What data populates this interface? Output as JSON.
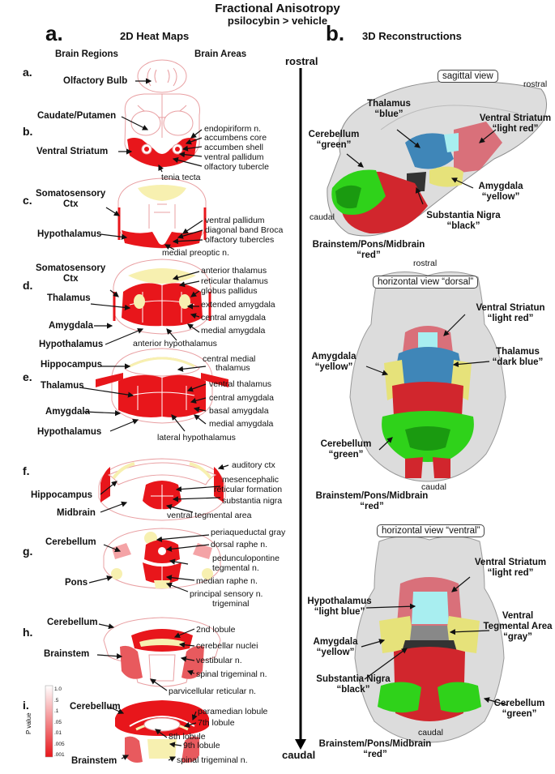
{
  "header": {
    "title": "Fractional Anisotropy",
    "subtitle": "psilocybin > vehicle"
  },
  "panel_a": {
    "letter": "a.",
    "title": "2D Heat Maps",
    "col_left": "Brain Regions",
    "col_right": "Brain Areas"
  },
  "panel_b": {
    "letter": "b.",
    "title": "3D Reconstructions"
  },
  "axis": {
    "top": "rostral",
    "bottom": "caudal"
  },
  "rows": {
    "a": {
      "letter": "a.",
      "left": [
        "Olfactory Bulb"
      ],
      "right": []
    },
    "b": {
      "letter": "b.",
      "left": [
        "Caudate/Putamen",
        "Ventral Striatum"
      ],
      "right": [
        "endopiriform n.",
        "accumbens core",
        "accumben shell",
        "ventral pallidum",
        "olfactory tubercle",
        "tenia tecta"
      ]
    },
    "c": {
      "letter": "c.",
      "left": [
        "Somatosensory",
        "Ctx",
        "Hypothalamus"
      ],
      "right": [
        "ventral pallidum",
        "diagonal band Broca",
        "olfactory tubercles",
        "medial preoptic n."
      ]
    },
    "d": {
      "letter": "d.",
      "left": [
        "Somatosensory",
        "Ctx",
        "Thalamus",
        "Amygdala",
        "Hypothalamus"
      ],
      "right": [
        "anterior thalamus",
        "reticular thalamus",
        "globus pallidus",
        "extended amygdala",
        "central amygdala",
        "medial amygdala",
        "anterior hypothalamus"
      ]
    },
    "e": {
      "letter": "e.",
      "left": [
        "Hippocampus",
        "Thalamus",
        "Amygdala",
        "Hypothalamus"
      ],
      "right": [
        "central medial",
        "thalamus",
        "ventral thalamus",
        "central amygdala",
        "basal amygdala",
        "medial amygdala",
        "lateral hypothalamus"
      ]
    },
    "f": {
      "letter": "f.",
      "left": [
        "Hippocampus",
        "Midbrain"
      ],
      "right": [
        "auditory ctx",
        "mesencephalic",
        "reticular formation",
        "substantia nigra",
        "ventral tegmental area"
      ]
    },
    "g": {
      "letter": "g.",
      "left": [
        "Cerebellum",
        "Pons"
      ],
      "right": [
        "periaqueductal gray",
        "dorsal raphe n.",
        "pedunculopontine",
        "tegmental n.",
        "median raphe n.",
        "principal sensory n.",
        "trigeminal"
      ]
    },
    "h": {
      "letter": "h.",
      "left": [
        "Cerebellum",
        "Brainstem"
      ],
      "right": [
        "2nd lobule",
        "cerebellar nuclei",
        "vestibular n.",
        "spinal trigeminal n.",
        "parvicellular reticular n."
      ]
    },
    "i": {
      "letter": "i.",
      "left": [
        "Cerebellum",
        "Brainstem"
      ],
      "right": [
        "paramedian lobule",
        "7th lobule",
        "8th lobule",
        "9th lobule",
        "spinal trigeminal n."
      ]
    }
  },
  "colorbar": {
    "title": "P value",
    "ticks": [
      "1.0",
      ".5",
      ".1",
      ".05",
      ".01",
      ".005",
      ".001"
    ],
    "color_low": "#ffffff",
    "color_high": "#e8161b"
  },
  "views": {
    "sagittal": {
      "box": "sagittal view",
      "rostral": "rostral",
      "caudal": "caudal",
      "labels": {
        "thalamus": [
          "Thalamus",
          "“blue”"
        ],
        "cerebellum": [
          "Cerebellum",
          "“green”"
        ],
        "ventral_striatum": [
          "Ventral Striatum",
          "“light red”"
        ],
        "amygdala": [
          "Amygdala",
          "“yellow”"
        ],
        "substantia_nigra": [
          "Substantia Nigra",
          "“black”"
        ],
        "brainstem": [
          "Brainstem/Pons/Midbrain",
          "“red”"
        ]
      }
    },
    "dorsal": {
      "box": "horizontal view “dorsal”",
      "rostral": "rostral",
      "caudal": "caudal",
      "labels": {
        "ventral_striatum": [
          "Ventral Striatun",
          "“light red”"
        ],
        "amygdala": [
          "Amygdala",
          "“yellow”"
        ],
        "thalamus": [
          "Thalamus",
          "“dark blue”"
        ],
        "cerebellum": [
          "Cerebellum",
          "“green”"
        ],
        "brainstem": [
          "Brainstem/Pons/Midbrain",
          "“red”"
        ]
      }
    },
    "ventral": {
      "box": "horizontal view “ventral”",
      "caudal": "caudal",
      "labels": {
        "ventral_striatum": [
          "Ventral Striatum",
          "“light red”"
        ],
        "hypothalamus": [
          "Hypothalamus",
          "“light blue”"
        ],
        "amygdala": [
          "Amygdala",
          "“yellow”"
        ],
        "vta": [
          "Ventral",
          "Tegmental Area",
          "“gray”"
        ],
        "substantia_nigra": [
          "Substantia Nigra",
          "“black”"
        ],
        "cerebellum": [
          "Cerebellum",
          "“green”"
        ],
        "brainstem": [
          "Brainstem/Pons/Midbrain",
          "“red”"
        ]
      }
    }
  },
  "colors": {
    "heat": "#e8161b",
    "heat_light": "#f4a3a6",
    "yellow": "#f7f0b0",
    "blue": "#3f86b8",
    "light_blue": "#a8eef0",
    "light_red": "#d9707a",
    "green": "#2fd21a",
    "red3d": "#d1262d",
    "amygdala3d": "#e6e27a",
    "brain_gray": "#dcdcdc"
  }
}
